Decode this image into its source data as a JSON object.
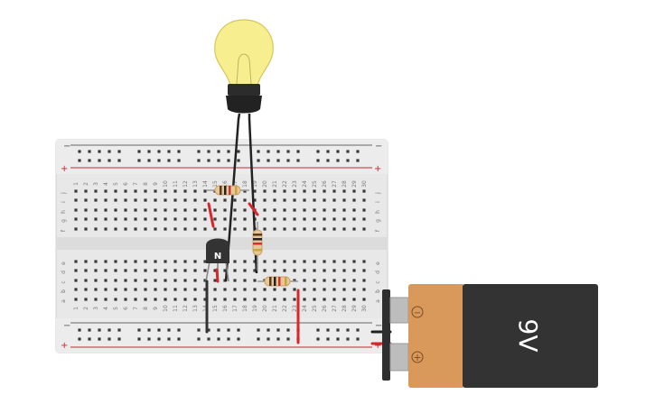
{
  "breadboard": {
    "rail_minus": "−",
    "rail_plus": "+",
    "columns": [
      "1",
      "2",
      "3",
      "4",
      "5",
      "6",
      "7",
      "8",
      "9",
      "10",
      "11",
      "12",
      "13",
      "14",
      "15",
      "16",
      "17",
      "18",
      "19",
      "20",
      "21",
      "22",
      "23",
      "24",
      "25",
      "26",
      "27",
      "28",
      "29",
      "30"
    ],
    "rows_top": [
      "j",
      "i",
      "h",
      "g",
      "f"
    ],
    "rows_bottom": [
      "e",
      "d",
      "c",
      "b",
      "a"
    ]
  },
  "transistor": {
    "label": "N"
  },
  "battery": {
    "label": "9V",
    "minus_symbol": "−",
    "plus_symbol": "+"
  },
  "colors": {
    "wire_red": "#d8262b",
    "wire_black": "#222222",
    "rail_red": "#c8252b",
    "battery_orange": "#d8995a",
    "battery_body": "#333333",
    "bulb_glass": "#f7ef8f"
  }
}
